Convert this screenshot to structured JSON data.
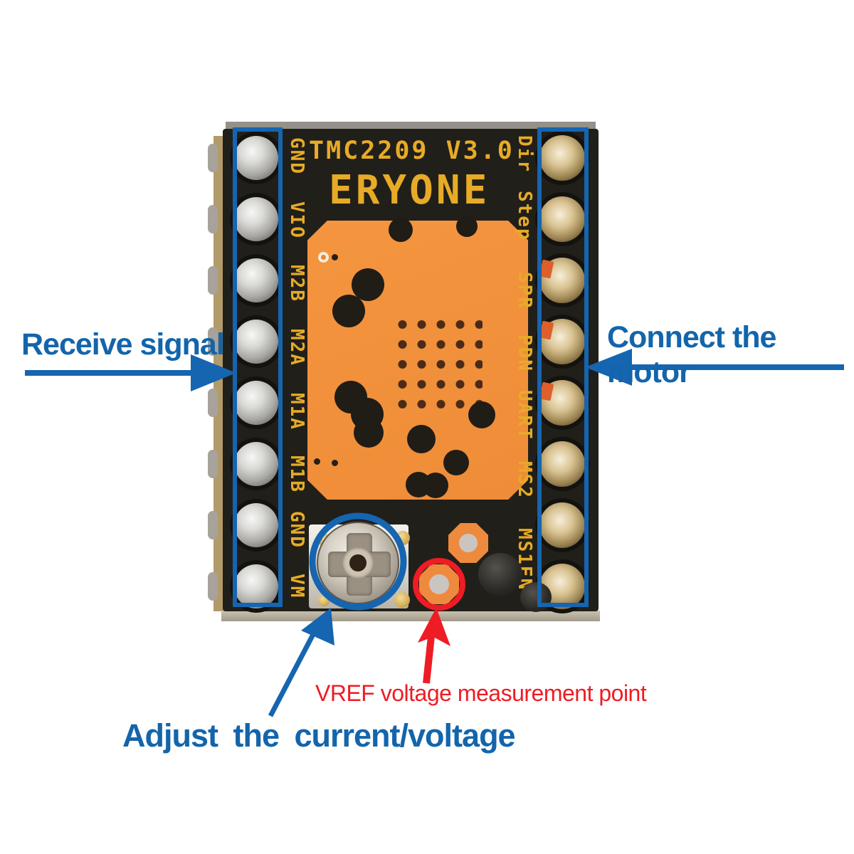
{
  "annotations": {
    "receive_signal": "Receive signal",
    "connect_motor": "Connect the motor",
    "adjust_current": "Adjust the current/voltage",
    "vref_point": "VREF voltage measurement point"
  },
  "board": {
    "title": "TMC2209 V3.0",
    "brand": "ERYONE",
    "left_pins": [
      "GND",
      "VIO",
      "M2B",
      "M2A",
      "M1A",
      "M1B",
      "GND",
      "VM"
    ],
    "right_pins": [
      "Dir",
      "Step",
      "SPR",
      "PDN",
      "UART",
      "MS2",
      "MS1EN"
    ]
  },
  "colors": {
    "annotation_blue": "#1565b0",
    "annotation_red": "#ee1c24",
    "silkscreen_yellow": "#e7ab27",
    "pcb_black": "#211f1a",
    "pad_orange": "#f2913d"
  }
}
